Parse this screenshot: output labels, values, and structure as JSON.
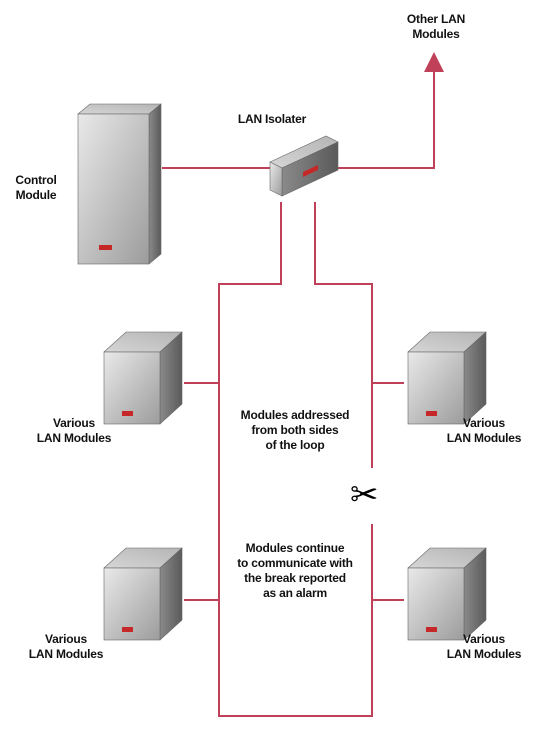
{
  "labels": {
    "other_lan": [
      "Other LAN",
      "Modules"
    ],
    "lan_isolator": "LAN Isolater",
    "control_module": [
      "Control",
      "Module"
    ],
    "various_upper_left": [
      "Various",
      "LAN Modules"
    ],
    "various_upper_right": [
      "Various",
      "LAN Modules"
    ],
    "various_lower_left": [
      "Various",
      "LAN Modules"
    ],
    "various_lower_right": [
      "Various",
      "LAN Modules"
    ],
    "note_upper": [
      "Modules addressed",
      "from both sides",
      "of the loop"
    ],
    "note_lower": [
      "Modules continue",
      "to communicate with",
      "the break reported",
      "as an alarm"
    ]
  },
  "icons": {
    "break": "scissors-icon"
  },
  "colors": {
    "line": "#c0405a",
    "accent": "#c62828"
  }
}
